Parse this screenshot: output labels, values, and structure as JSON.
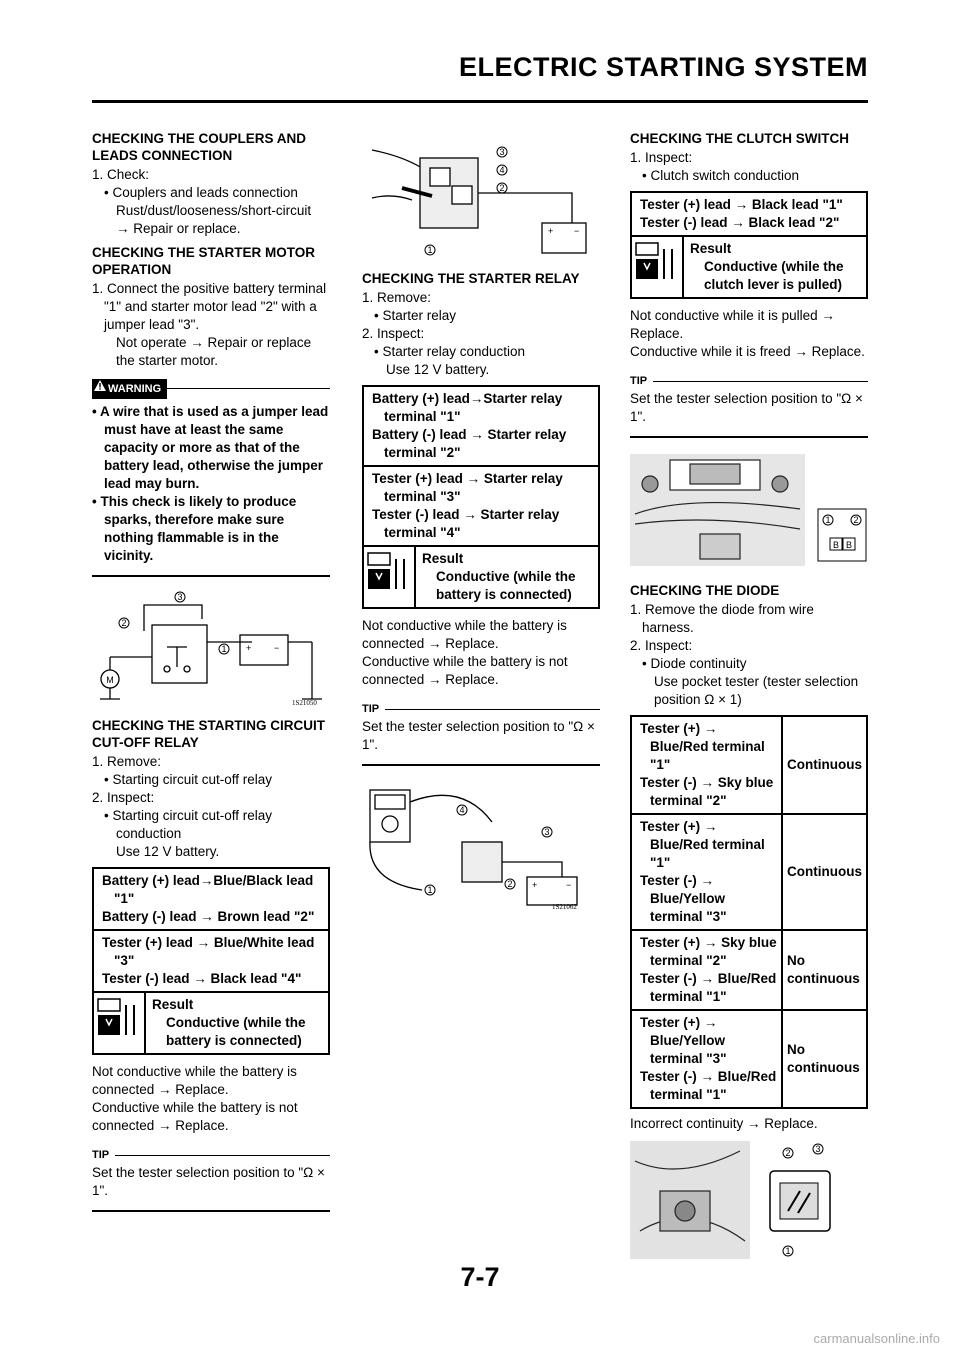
{
  "header": {
    "title": "ELECTRIC STARTING SYSTEM"
  },
  "col1": {
    "s1_title": "CHECKING THE COUPLERS AND LEADS CONNECTION",
    "s1_l1": "1. Check:",
    "s1_l2": "Couplers and leads connection",
    "s1_l3": "Rust/dust/looseness/short-circuit",
    "s1_l4": "→ Repair or replace.",
    "s2_title": "CHECKING THE STARTER MOTOR OPERATION",
    "s2_l1": "1. Connect the positive battery terminal \"1\" and starter motor lead \"2\" with a jumper lead \"3\".",
    "s2_l2": "Not operate → Repair or replace the starter motor.",
    "warning_tag": "WARNING",
    "warn1": "• A wire that is used as a jumper lead must have at least the same capacity or more as that of the battery lead, otherwise the jumper lead may burn.",
    "warn2": "• This check is likely to produce sparks, therefore make sure nothing flammable is in the vicinity.",
    "fig1_code": "1S21050",
    "s3_title": "CHECKING THE STARTING CIRCUIT CUT-OFF RELAY",
    "s3_l1": "1. Remove:",
    "s3_l2": "Starting circuit cut-off relay",
    "s3_l3": "2. Inspect:",
    "s3_l4": "Starting circuit cut-off relay conduction",
    "s3_l5": "Use 12 V battery.",
    "box_r1": "Battery (+) lead→Blue/Black lead \"1\"",
    "box_r2": "Battery (-) lead → Brown lead \"2\"",
    "box_r3": "Tester (+) lead → Blue/White lead \"3\"",
    "box_r4": "Tester (-) lead → Black lead \"4\"",
    "result_label": "Result",
    "result_value": "Conductive (while the battery is connected)",
    "s3_p1": "Not conductive while the battery is connected → Replace.",
    "s3_p2": "Conductive while the battery is not connected → Replace.",
    "tip_tag": "TIP",
    "tip_text": "Set the tester selection position to \"Ω × 1\"."
  },
  "col2": {
    "s4_title": "CHECKING THE STARTER RELAY",
    "s4_l1": "1. Remove:",
    "s4_l2": "Starter relay",
    "s4_l3": "2. Inspect:",
    "s4_l4": "Starter relay conduction",
    "s4_l5": "Use 12 V battery.",
    "box_r1": "Battery (+) lead→Starter relay terminal \"1\"",
    "box_r2": "Battery (-) lead → Starter relay terminal \"2\"",
    "box_r3": "Tester (+) lead → Starter relay terminal \"3\"",
    "box_r4": "Tester (-) lead → Starter relay terminal \"4\"",
    "result_label": "Result",
    "result_value": "Conductive (while the battery is connected)",
    "s4_p1": "Not conductive while the battery is connected → Replace.",
    "s4_p2": "Conductive while the battery is not connected → Replace.",
    "tip_tag": "TIP",
    "tip_text": "Set the tester selection position to \"Ω × 1\".",
    "fig_code": "1S21062"
  },
  "col3": {
    "s5_title": "CHECKING THE CLUTCH SWITCH",
    "s5_l1": "1. Inspect:",
    "s5_l2": "Clutch switch conduction",
    "box_r1": "Tester (+) lead → Black lead \"1\"",
    "box_r2": "Tester (-) lead → Black lead \"2\"",
    "result_label": "Result",
    "result_value": "Conductive (while the clutch lever is pulled)",
    "s5_p1": "Not conductive while it is pulled → Replace.",
    "s5_p2": "Conductive while it is freed → Replace.",
    "tip_tag": "TIP",
    "tip_text": "Set the tester selection position to \"Ω × 1\".",
    "s6_title": "CHECKING THE DIODE",
    "s6_l1": "1. Remove the diode from wire harness.",
    "s6_l2": "2. Inspect:",
    "s6_l3": "Diode continuity",
    "s6_l4": "Use pocket tester (tester selection position Ω × 1)",
    "diode_rows": [
      {
        "a": "Tester (+) → Blue/Red terminal \"1\"",
        "b": "Tester (-) → Sky blue terminal \"2\"",
        "r": "Continuous"
      },
      {
        "a": "Tester (+) → Blue/Red terminal \"1\"",
        "b": "Tester (-) → Blue/Yellow terminal \"3\"",
        "r": "Continuous"
      },
      {
        "a": "Tester (+) → Sky blue terminal \"2\"",
        "b": "Tester (-) → Blue/Red terminal \"1\"",
        "r": "No continuous"
      },
      {
        "a": "Tester (+) → Blue/Yellow terminal \"3\"",
        "b": "Tester (-) → Blue/Red terminal \"1\"",
        "r": "No continuous"
      }
    ],
    "s6_p1": "Incorrect continuity → Replace."
  },
  "footer": {
    "page_number": "7-7",
    "watermark": "carmanualsonline.info"
  }
}
